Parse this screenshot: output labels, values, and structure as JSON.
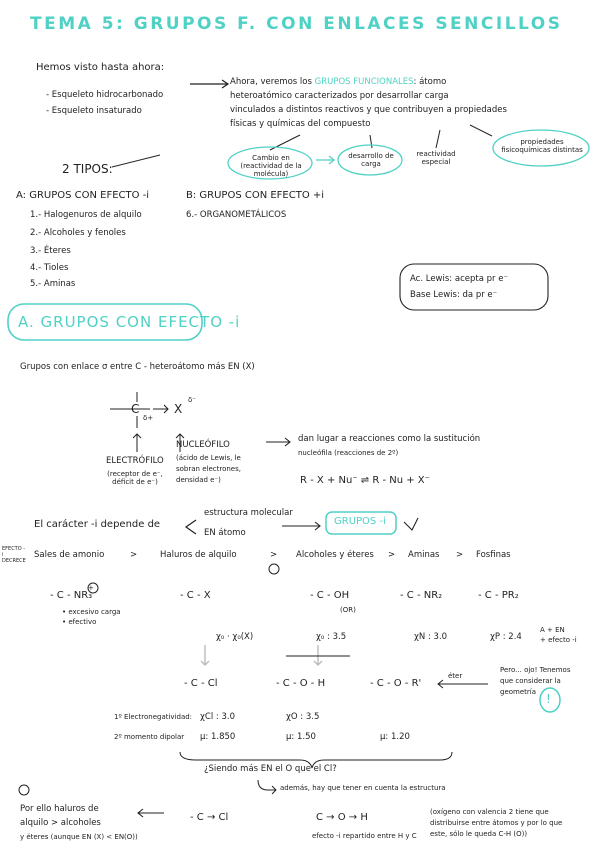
{
  "title": "TEMA 5: GRUPOS F. CON ENLACES SENCILLOS",
  "intro": {
    "hemos": "Hemos visto hasta ahora:",
    "bullet1": "- Esqueleto hidrocarbonado",
    "bullet2": "- Esqueleto insaturado",
    "ahora_1": "Ahora, veremos los",
    "grupos_func": "GRUPOS FUNCIONALES",
    "ahora_1b": ": átomo",
    "ahora_2": "heteroatómico caracterizados por desarrollar carga",
    "ahora_3": "vinculados a distintos reactivos y que contribuyen a propiedades",
    "ahora_4": "físicas y químicas del compuesto",
    "cloud1": "Cambio en (reactividad de la molécula)",
    "cloud2": "desarrollo de carga",
    "cloud3": "reactividad especial",
    "cloud4": "propiedades fisicoquímicas distintas",
    "tipos": "2 TIPOS:"
  },
  "types": {
    "a_title": "A: GRUPOS CON EFECTO -i",
    "a_items": [
      "1.- Halogenuros de alquilo",
      "2.- Alcoholes y fenoles",
      "3.- Éteres",
      "4.- Tioles",
      "5.- Aminas"
    ],
    "b_title": "B: GRUPOS CON EFECTO +i",
    "b_items": [
      "6.- ORGANOMETÁLICOS"
    ],
    "ac_lewis": "Ac. Lewis: acepta pr e⁻",
    "base_lewis": "Base Lewis: da pr e⁻"
  },
  "sectionA": {
    "heading": "A. GRUPOS CON EFECTO -i",
    "intro": "Grupos con enlace σ entre C - heteroátomo más EN (X)",
    "c_label": "C",
    "delta_plus": "δ+",
    "x_label": "X",
    "delta_minus": "δ⁻",
    "electrofilo": "ELECTRÓFILO",
    "electrofilo_note": "(receptor de e⁻, déficit de e⁻)",
    "nucleofilo": "NUCLEÓFILO",
    "nucleofilo_note1": "(ácido de Lewis, le",
    "nucleofilo_note2": "sobran electrones,",
    "nucleofilo_note3": "densidad e⁻)",
    "dan_lugar1": "dan lugar a reacciones como la sustitución",
    "dan_lugar2": "nucleófila (reacciones de 2º)",
    "reaction": "R - X  +  Nu⁻  ⇌  R - Nu  +  X⁻",
    "caracter": "El carácter -i depende de",
    "estructura": "estructura molecular",
    "en_atomo": "EN átomo",
    "grupos_i": "GRUPOS -i"
  },
  "ranking": {
    "side_label": "EFECTO -i DECRECE",
    "items": [
      "Sales de amonio",
      ">",
      "Haluros de alquilo",
      ">",
      "Alcoholes y éteres",
      ">",
      "Aminas",
      ">",
      "Fosfinas"
    ]
  },
  "structures": {
    "nr3": "- C - NR₃",
    "nr3_plus": "+",
    "nr3_note1": "• excesivo carga",
    "nr3_note2": "• efectivo",
    "cx": "- C - X",
    "coh": "- C - OH",
    "coh_or": "(OR)",
    "cnr2": "- C - NR₂",
    "cpr2": "- C - PR₂",
    "chi1": "χ₀ · χ₀(X)",
    "chi2": "χ₀ : 3.5",
    "chi3": "χN : 3.0",
    "chi4": "χP : 2.4",
    "right_note1": "A + EN",
    "right_note2": "+ efecto -i",
    "pero": "Pero... ojo! Tenemos",
    "pero2": "que considerar la",
    "pero3": "geometría",
    "alert": "!",
    "ccl": "- C - Cl",
    "coh2": "- C - O - H",
    "cor": "- C - O - R'",
    "eter": "éter",
    "ep_label": "1º Electronegatividad:",
    "ep_cl": "χCl : 3.0",
    "ep_o": "χO : 3.5",
    "dip_label": "2º momento dipolar",
    "dip1": "μ: 1.850",
    "dip2": "μ: 1.50",
    "dip3": "μ: 1.20",
    "question": "¿Siendo más EN el O que el Cl?",
    "answer": "además, hay que tener en cuenta la estructura"
  },
  "bottom": {
    "note1": "Por ello haluros de",
    "note2": "alquilo > alcoholes",
    "note3": "y éteres (aunque EN (X) < EN(O))",
    "ccl": "- C → Cl",
    "coh": "C → O → H",
    "note_efecto": "efecto -i repartido entre H y C",
    "right1": "(oxígeno con valencia 2 tiene que",
    "right2": "distribuirse entre átomos y por lo que",
    "right3": "este, sólo le queda C-H (O))"
  },
  "colors": {
    "accent": "#4fd1c5",
    "ink": "#222222",
    "grey_arrow": "#bbbbbb"
  }
}
